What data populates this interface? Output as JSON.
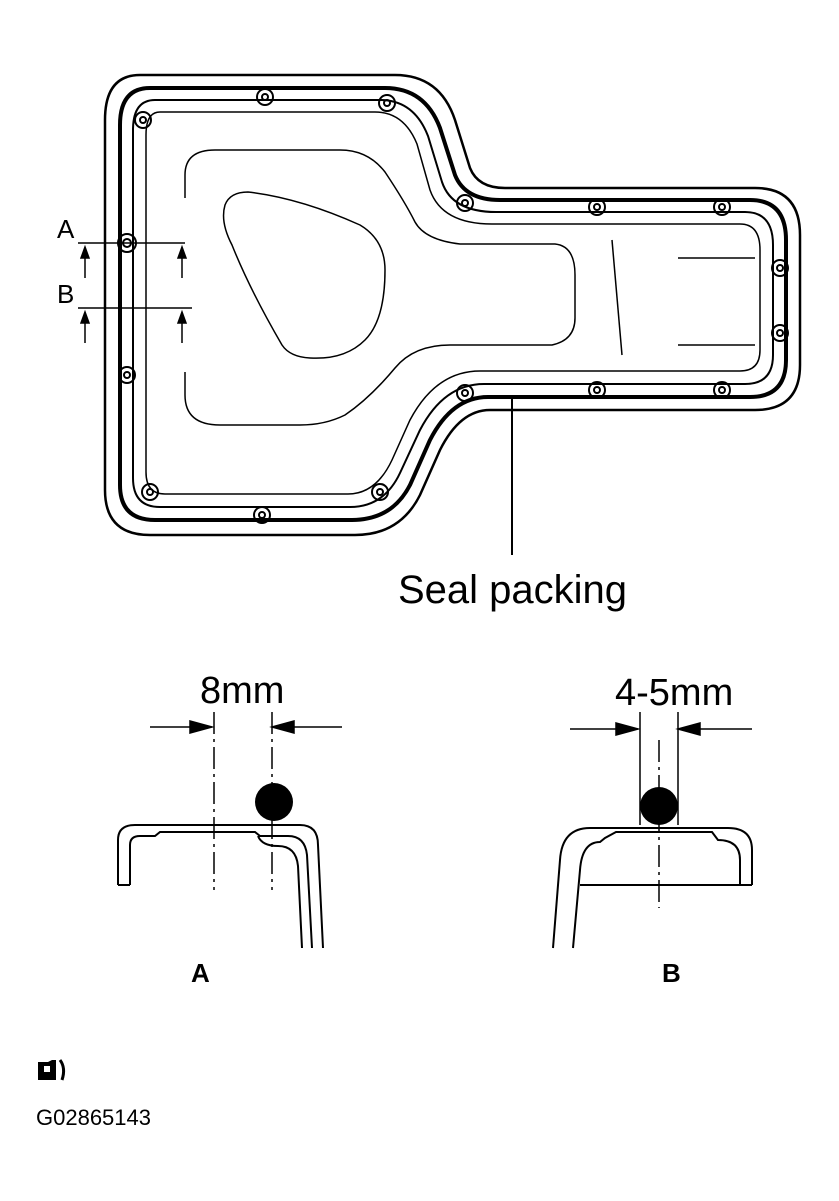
{
  "labels": {
    "section_a": "A",
    "section_b": "B",
    "seal_packing": "Seal packing",
    "dim_a": "8mm",
    "dim_b": "4-5mm",
    "detail_a": "A",
    "detail_b": "B",
    "figure_id": "G02865143"
  },
  "colors": {
    "ink": "#000000",
    "background": "#ffffff"
  },
  "icons": {
    "note_icon": "sealant-tube-icon"
  }
}
